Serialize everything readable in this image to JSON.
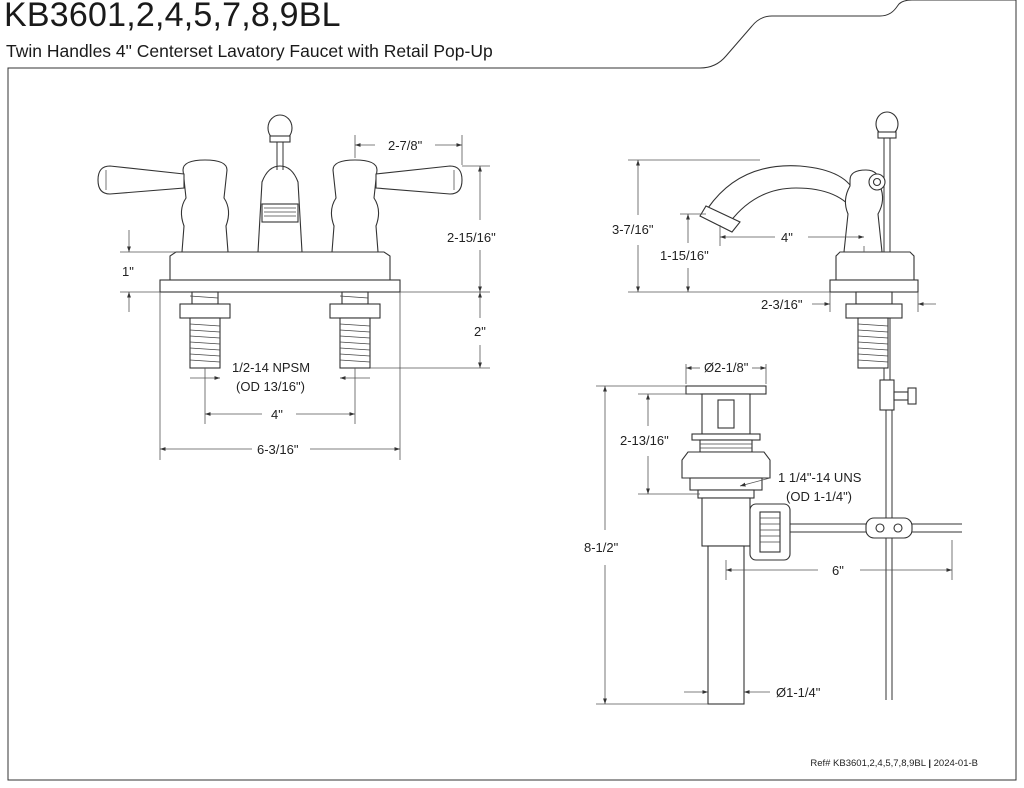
{
  "header": {
    "title": "KB3601,2,4,5,7,8,9BL",
    "subtitle": "Twin Handles 4\" Centerset Lavatory Faucet with Retail Pop-Up"
  },
  "front_view": {
    "dim_2_7_8": "2-7/8\"",
    "dim_2_15_16": "2-15/16\"",
    "dim_1": "1\"",
    "dim_2": "2\"",
    "thread_label_1": "1/2-14 NPSM",
    "thread_label_2": "(OD 13/16\")",
    "dim_4": "4\"",
    "dim_6_3_16": "6-3/16\""
  },
  "side_view": {
    "dim_3_7_16": "3-7/16\"",
    "dim_4": "4\"",
    "dim_1_15_16": "1-15/16\"",
    "dim_2_3_16": "2-3/16\""
  },
  "drain_view": {
    "dim_dia_2_1_8": "Ø2-1/8\"",
    "dim_2_13_16": "2-13/16\"",
    "thread_label_1": "1 1/4\"-14 UNS",
    "thread_label_2": "(OD 1-1/4\")",
    "dim_8_1_2": "8-1/2\"",
    "dim_6": "6\"",
    "dim_dia_1_1_4": "Ø1-1/4\""
  },
  "footer": {
    "ref": "Ref# KB3601,2,4,5,7,8,9BL",
    "separator": "|",
    "date": "2024-01-B"
  }
}
